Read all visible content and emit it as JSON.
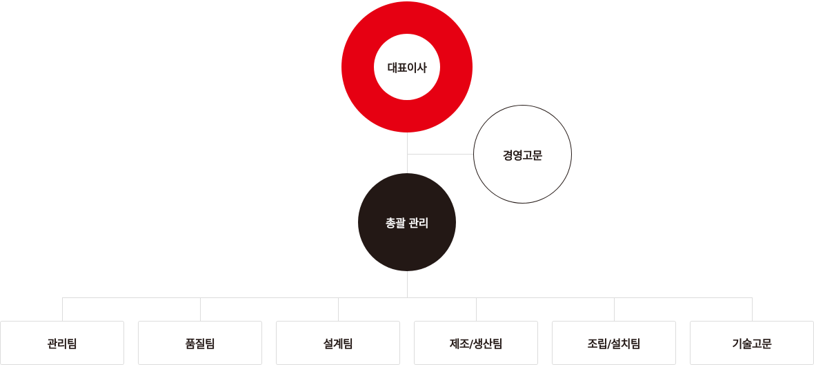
{
  "org_chart": {
    "ceo": {
      "label": "대표이사"
    },
    "advisor": {
      "label": "경영고문"
    },
    "general_manager": {
      "label": "총괄 관리"
    },
    "teams": [
      {
        "label": "관리팀"
      },
      {
        "label": "품질팀"
      },
      {
        "label": "설계팀"
      },
      {
        "label": "제조/생산팀"
      },
      {
        "label": "조립/설치팀"
      },
      {
        "label": "기술고문"
      }
    ]
  },
  "colors": {
    "ceo_ring": "#e60012",
    "general_manager_fill": "#231815",
    "connector_line": "#dcdcdc",
    "text_dark": "#231815"
  }
}
